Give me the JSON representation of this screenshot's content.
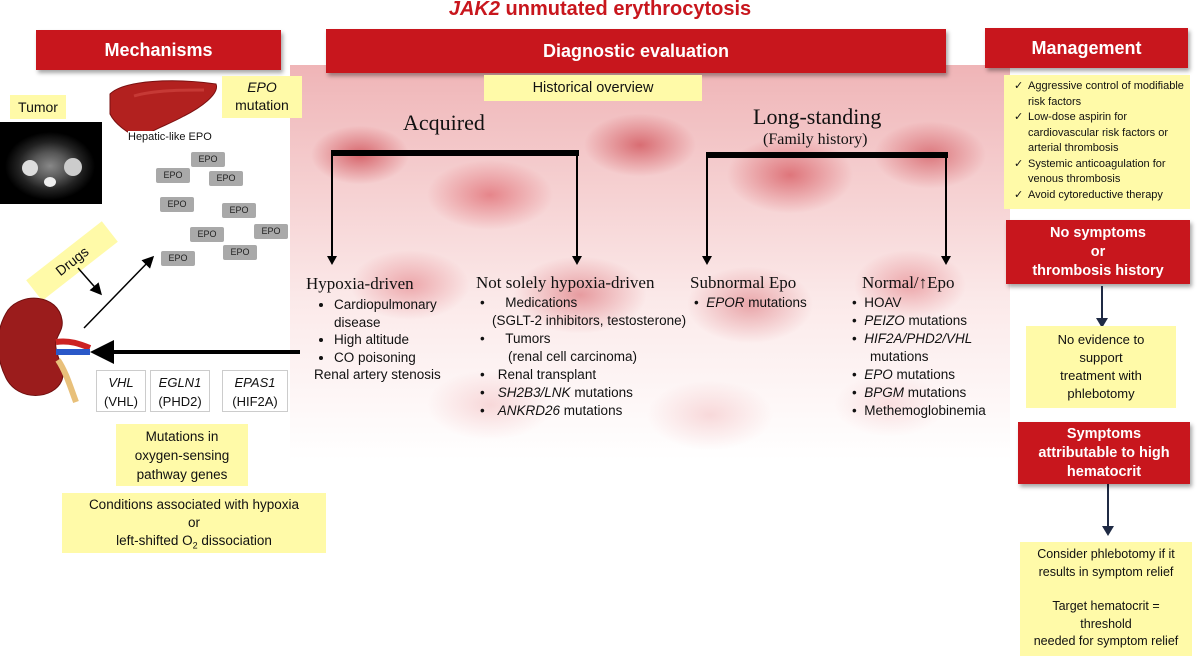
{
  "title": {
    "italic": "JAK2",
    "rest": " unmutated erythrocytosis"
  },
  "headers": {
    "mechanisms": "Mechanisms",
    "diagnostic": "Diagnostic evaluation",
    "management": "Management"
  },
  "mechanisms": {
    "tumor": "Tumor",
    "hepatic_epo": "Hepatic-like EPO",
    "epo_mutation_italic": "EPO",
    "epo_mutation_rest": "mutation",
    "epo_label": "EPO",
    "drugs": "Drugs",
    "genes": [
      {
        "gene": "VHL",
        "protein": "(VHL)"
      },
      {
        "gene": "EGLN1",
        "protein": "(PHD2)"
      },
      {
        "gene": "EPAS1",
        "protein": "(HIF2A)"
      }
    ],
    "mutations_box": [
      "Mutations in",
      "oxygen-sensing",
      "pathway genes"
    ],
    "conditions": {
      "line1": "Conditions associated with hypoxia",
      "line2": "or",
      "line3_pre": "left-shifted O",
      "line3_sub": "2",
      "line3_post": " dissociation"
    }
  },
  "diagnostic": {
    "historical": "Historical overview",
    "acquired": "Acquired",
    "longstanding": "Long-standing",
    "family": "(Family history)",
    "hypoxia": {
      "heading": "Hypoxia-driven",
      "items": [
        "Cardiopulmonary disease",
        "High altitude",
        "CO poisoning",
        "Renal artery stenosis"
      ]
    },
    "not_solely": {
      "heading": "Not solely hypoxia-driven",
      "med": "Medications",
      "med_sub": "(SGLT-2 inhibitors, testosterone)",
      "tumors": "Tumors",
      "tumors_sub": "(renal cell carcinoma)",
      "renal": "Renal transplant",
      "sh2b3_italic": "SH2B3/LNK",
      "sh2b3_rest": " mutations",
      "ankrd_italic": "ANKRD26",
      "ankrd_rest": " mutations"
    },
    "subnormal": {
      "heading": "Subnormal Epo",
      "epor_italic": "EPOR",
      "epor_rest": " mutations"
    },
    "normal": {
      "heading_pre": "Normal/",
      "heading_arrow": "↑",
      "heading_post": "Epo",
      "hoav": "HOAV",
      "peizo_italic": "PEIZO",
      "peizo_rest": " mutations",
      "hif_italic": "HIF2A/PHD2/VHL",
      "hif_rest": "mutations",
      "epo_italic": "EPO",
      "epo_rest": " mutations",
      "bpgm_italic": "BPGM",
      "bpgm_rest": " mutations",
      "methemo": "Methemoglobinemia"
    }
  },
  "management": {
    "checks": [
      "Aggressive control of modifiable risk factors",
      "Low-dose aspirin for cardiovascular risk factors or arterial thrombosis",
      "Systemic anticoagulation for venous thrombosis",
      "Avoid cytoreductive therapy"
    ],
    "no_symptoms": [
      "No symptoms",
      "or",
      "thrombosis history"
    ],
    "no_evidence": [
      "No evidence to",
      "support",
      "treatment with",
      "phlebotomy"
    ],
    "symptoms": [
      "Symptoms",
      "attributable to high",
      "hematocrit"
    ],
    "consider": [
      "Consider phlebotomy if it",
      "results in symptom relief",
      "",
      "Target hematocrit =",
      "threshold",
      "needed for symptom relief"
    ]
  },
  "colors": {
    "red": "#c8161d",
    "yellow": "#fffaa8",
    "arrow": "#1f2a44"
  }
}
